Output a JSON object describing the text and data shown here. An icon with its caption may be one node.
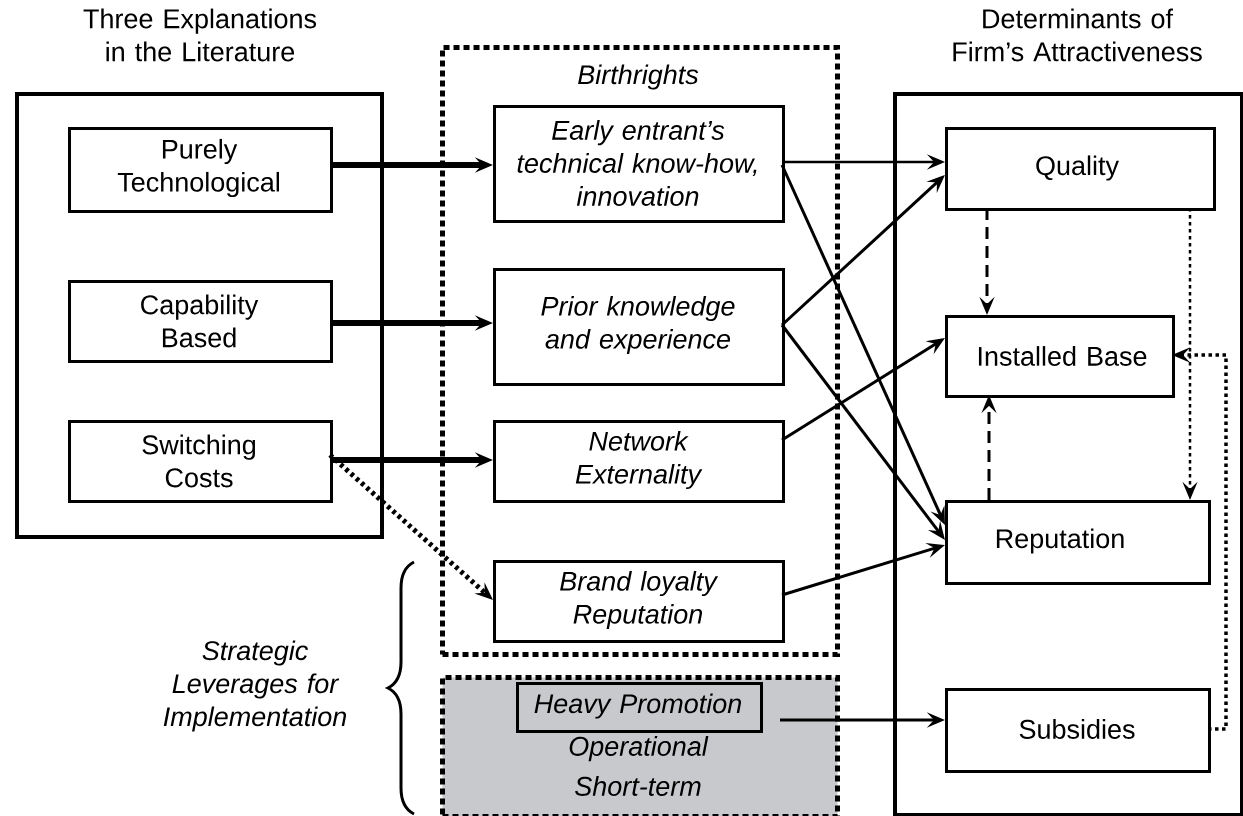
{
  "diagram": {
    "nodes": [
      {
        "text": [
          "Three Explanations in the Literature"
        ]
      },
      {
        "text": [
          "Purely Technological"
        ],
        "in": 0
      },
      {
        "text": [
          "Capability Based"
        ],
        "in": 0
      },
      {
        "text": [
          "Switching Costs"
        ],
        "in": 0
      },
      {
        "text": [
          "Birthrights"
        ]
      },
      {
        "text": [
          "Early entrant’s technical know-how, innovation"
        ],
        "in": 4
      },
      {
        "text": [
          "Prior knowledge and experience"
        ],
        "in": 4
      },
      {
        "text": [
          "Network Externality"
        ],
        "in": 4
      },
      {
        "text": [
          "Brand loyalty Reputation"
        ],
        "in": 4
      },
      {
        "text": [
          "Operational Short-term"
        ]
      },
      {
        "text": [
          "Heavy Promotion"
        ],
        "in": 9
      },
      {
        "text": [
          "Determinants of Firm’s Attractiveness"
        ]
      },
      {
        "text": [
          "Quality"
        ],
        "in": 11
      },
      {
        "text": [
          "Installed Base"
        ],
        "in": 11
      },
      {
        "text": [
          "Reputation"
        ],
        "in": 11
      },
      {
        "text": [
          "Subsidies"
        ],
        "in": 11
      }
    ],
    "edges": [
      {
        "from": 1,
        "to": 5,
        "arrow": "to",
        "style": "thick"
      },
      {
        "from": 2,
        "to": 6,
        "arrow": "to",
        "style": "thick"
      },
      {
        "from": 3,
        "to": 7,
        "arrow": "to",
        "style": "thick"
      },
      {
        "from": 3,
        "to": 8,
        "arrow": "to",
        "style": "dashed"
      },
      {
        "from": 5,
        "to": 12,
        "arrow": "to"
      },
      {
        "from": 5,
        "to": 14,
        "arrow": "to"
      },
      {
        "from": 6,
        "to": 12,
        "arrow": "to"
      },
      {
        "from": 6,
        "to": 14,
        "arrow": "to"
      },
      {
        "from": 7,
        "to": 13,
        "arrow": "to"
      },
      {
        "from": 8,
        "to": 14,
        "arrow": "to"
      },
      {
        "from": 10,
        "to": 15,
        "arrow": "to"
      },
      {
        "from": 12,
        "to": 13,
        "arrow": "to",
        "style": "dashed"
      },
      {
        "from": 14,
        "to": 13,
        "arrow": "to",
        "style": "dashed"
      },
      {
        "from": 12,
        "to": 14,
        "arrow": "to",
        "style": "dashed"
      },
      {
        "from": 15,
        "to": 13,
        "arrow": "to",
        "style": "dashed"
      }
    ],
    "labels": [
      "Strategic Leverages for Implementation"
    ]
  }
}
